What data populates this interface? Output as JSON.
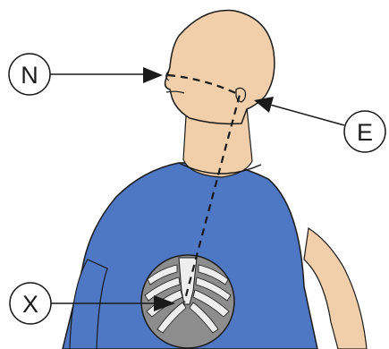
{
  "colors": {
    "skin": "#f1cfaa",
    "shirt": "#4f78c4",
    "outline": "#1a1a1a",
    "bone": "#eeeeee",
    "cavity": "#8d8d8d",
    "background": "#ffffff"
  },
  "callouts": [
    {
      "id": "N",
      "label": "N",
      "target": "nose"
    },
    {
      "id": "E",
      "label": "E",
      "target": "ear"
    },
    {
      "id": "X",
      "label": "X",
      "target": "xiphoid"
    }
  ],
  "guide_line": {
    "style": "dashed",
    "path": [
      "nose",
      "ear",
      "xiphoid"
    ]
  }
}
